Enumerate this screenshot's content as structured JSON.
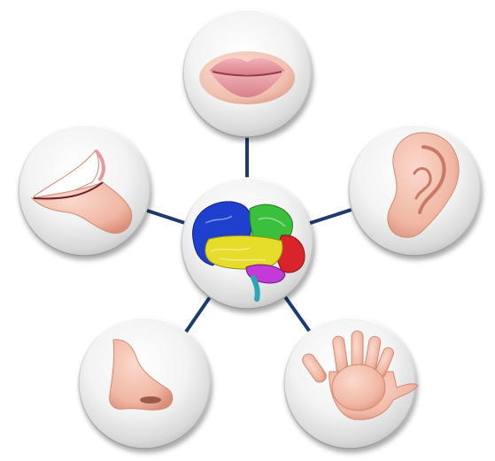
{
  "diagram": {
    "center": {
      "icon": "brain-icon"
    },
    "nodes": [
      {
        "id": "mouth",
        "icon": "lips-icon"
      },
      {
        "id": "hearing",
        "icon": "ear-icon"
      },
      {
        "id": "touch",
        "icon": "hand-icon"
      },
      {
        "id": "smell",
        "icon": "nose-icon"
      },
      {
        "id": "taste",
        "icon": "tongue-icon"
      }
    ],
    "colors": {
      "connector": "#1f3a6e",
      "circle_light": "#ffffff",
      "circle_dark": "#cfcfcf",
      "skin": "#f0b7a4",
      "skin_shadow": "#d98e78",
      "lip": "#e79aa3",
      "brain_blue": "#1f3fcf",
      "brain_green": "#3cbf3c",
      "brain_yellow": "#e6dc2a",
      "brain_red": "#d8242a",
      "brain_magenta": "#c23bd8",
      "brain_cyan": "#2aa7b5"
    }
  }
}
